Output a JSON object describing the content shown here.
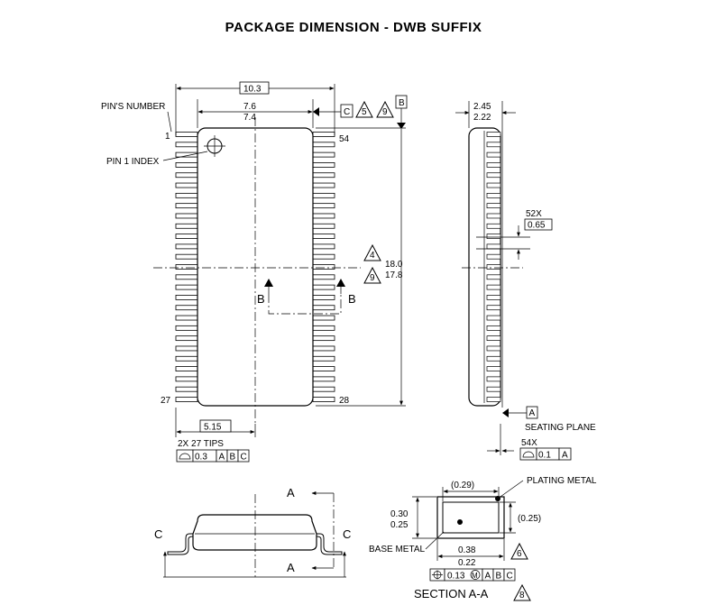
{
  "title": "PACKAGE DIMENSION - DWB SUFFIX",
  "top_view": {
    "pins_label": "PIN'S NUMBER",
    "pin1_index_label": "PIN 1 INDEX",
    "pin_first": "1",
    "pin_last_left": "27",
    "pin_first_right": "54",
    "pin_last_right": "28",
    "overall_width": "10.3",
    "body_width_max": "7.6",
    "body_width_min": "7.4",
    "datum_c": "C",
    "note_5": "5",
    "note_9": "9",
    "datum_b": "B",
    "length_note_4": "4",
    "length_note_9": "9",
    "length_max": "18.0",
    "length_min": "17.8",
    "section_b_left": "B",
    "section_b_right": "B",
    "tip_width": "5.15",
    "tips_label": "2X 27 TIPS",
    "fcf_tips": {
      "tol": "0.3",
      "d1": "A",
      "d2": "B",
      "d3": "C"
    }
  },
  "side_view": {
    "thickness_max": "2.45",
    "thickness_min": "2.22",
    "pitch_count": "52X",
    "pitch": "0.65",
    "datum_a": "A",
    "seating_plane": "SEATING PLANE",
    "lead_count": "54X",
    "fcf_coplanarity": {
      "tol": "0.1",
      "d1": "A"
    }
  },
  "end_view": {
    "section_a_top": "A",
    "section_a_bottom": "A",
    "side_c_left": "C",
    "side_c_right": "C"
  },
  "section_view": {
    "top_dim": "(0.29)",
    "plating_metal": "PLATING METAL",
    "thickness_max": "0.30",
    "thickness_min": "0.25",
    "right_dim": "(0.25)",
    "base_metal": "BASE METAL",
    "width_max": "0.38",
    "width_min": "0.22",
    "note_6": "6",
    "fcf": {
      "tol": "0.13",
      "mod": "M",
      "d1": "A",
      "d2": "B",
      "d3": "C"
    },
    "label": "SECTION A-A",
    "note_8": "8"
  }
}
